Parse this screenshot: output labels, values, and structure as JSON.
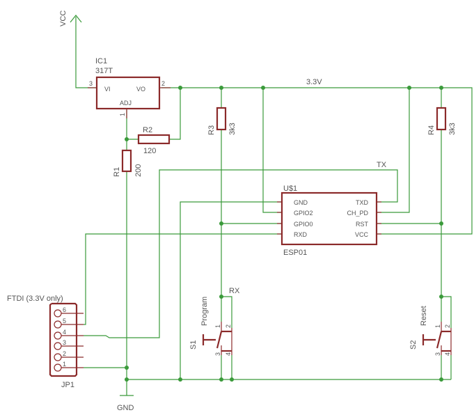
{
  "power": {
    "vcc": "VCC",
    "gnd": "GND",
    "rail": "3.3V"
  },
  "ic1": {
    "ref": "IC1",
    "value": "317T",
    "pin_vi": "VI",
    "pin_vo": "VO",
    "pin_adj": "ADJ",
    "pin3": "3",
    "pin2": "2",
    "pin1": "1"
  },
  "resistors": {
    "r1": {
      "ref": "R1",
      "value": "200"
    },
    "r2": {
      "ref": "R2",
      "value": "120"
    },
    "r3": {
      "ref": "R3",
      "value": "3k3"
    },
    "r4": {
      "ref": "R4",
      "value": "3k3"
    }
  },
  "esp": {
    "ref": "U$1",
    "value": "ESP01",
    "left_pins": [
      "GND",
      "GPIO2",
      "GPIO0",
      "RXD"
    ],
    "right_pins": [
      "TXD",
      "CH_PD",
      "RST",
      "VCC"
    ]
  },
  "nets": {
    "tx": "TX",
    "rx": "RX"
  },
  "header": {
    "title": "FTDI (3.3V only)",
    "ref": "JP1",
    "pins": [
      "6",
      "5",
      "4",
      "3",
      "2",
      "1"
    ]
  },
  "switches": {
    "s1": {
      "ref": "S1",
      "value": "Program",
      "pins": [
        "1",
        "2",
        "3",
        "4"
      ]
    },
    "s2": {
      "ref": "S2",
      "value": "Reset",
      "pins": [
        "1",
        "2",
        "3",
        "4"
      ]
    }
  }
}
